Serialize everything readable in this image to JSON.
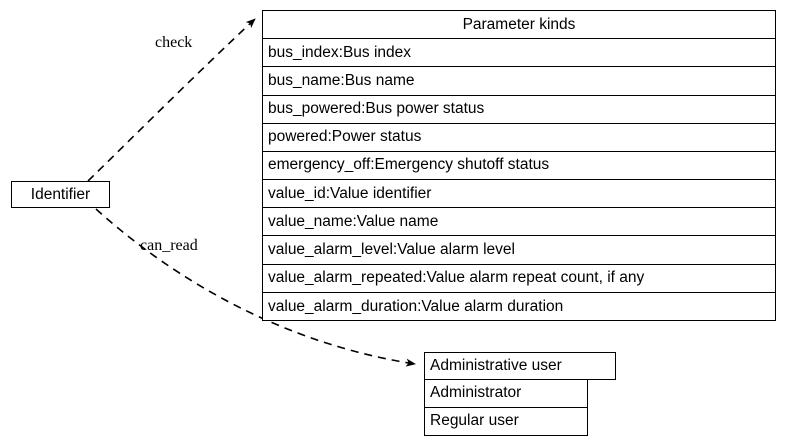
{
  "diagram": {
    "type": "entity-relationship-record-diagram",
    "background_color": "#ffffff",
    "line_color": "#000000",
    "text_color": "#000000"
  },
  "nodes": {
    "identifier": {
      "label": "Identifier"
    },
    "parameter_kinds": {
      "header": "Parameter kinds",
      "rows": [
        "bus_index:Bus index",
        "bus_name:Bus name",
        "bus_powered:Bus power status",
        "powered:Power status",
        "emergency_off:Emergency shutoff status",
        "value_id:Value identifier",
        "value_name:Value name",
        "value_alarm_level:Value alarm level",
        "value_alarm_repeated:Value alarm repeat count, if any",
        "value_alarm_duration:Value alarm duration"
      ]
    },
    "administrative_user": {
      "header": "Administrative user",
      "rows": [
        "Administrator",
        "Regular user"
      ]
    }
  },
  "edges": [
    {
      "id": "check",
      "label": "check",
      "from": "identifier",
      "to": "parameter_kinds",
      "style": "dashed",
      "arrowhead": "normal"
    },
    {
      "id": "can_read",
      "label": "can_read",
      "from": "identifier",
      "to": "administrative_user",
      "style": "dashed",
      "arrowhead": "normal"
    }
  ]
}
